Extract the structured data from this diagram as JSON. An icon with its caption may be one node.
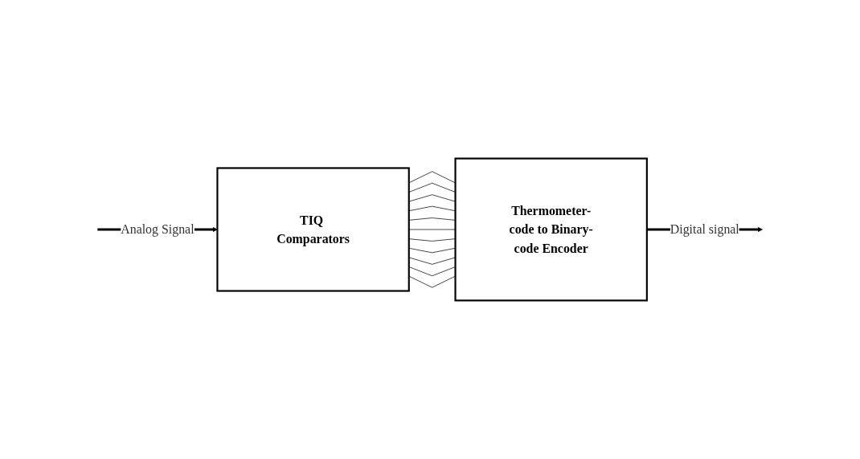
{
  "diagram": {
    "nodes": [
      {
        "text": [
          "TIQ Comparators"
        ]
      },
      {
        "text": [
          "Thermometer-code to Binary-code Encoder"
        ]
      }
    ],
    "edges": [
      {
        "from": null,
        "to": 0,
        "arrow": "to",
        "label": "Analog Signal",
        "style": "thick"
      },
      {
        "from": 0,
        "to": 1,
        "arrow": "none"
      },
      {
        "from": 0,
        "to": 1,
        "arrow": "none"
      },
      {
        "from": 0,
        "to": 1,
        "arrow": "none"
      },
      {
        "from": 0,
        "to": 1,
        "arrow": "none"
      },
      {
        "from": 0,
        "to": 1,
        "arrow": "none"
      },
      {
        "from": 0,
        "to": 1,
        "arrow": "none"
      },
      {
        "from": 0,
        "to": 1,
        "arrow": "none"
      },
      {
        "from": 0,
        "to": 1,
        "arrow": "none"
      },
      {
        "from": 0,
        "to": 1,
        "arrow": "none"
      },
      {
        "from": 0,
        "to": 1,
        "arrow": "none"
      },
      {
        "from": 0,
        "to": 1,
        "arrow": "none"
      },
      {
        "from": 1,
        "to": null,
        "arrow": "to",
        "label": "Digital signal",
        "style": "thick"
      }
    ]
  }
}
